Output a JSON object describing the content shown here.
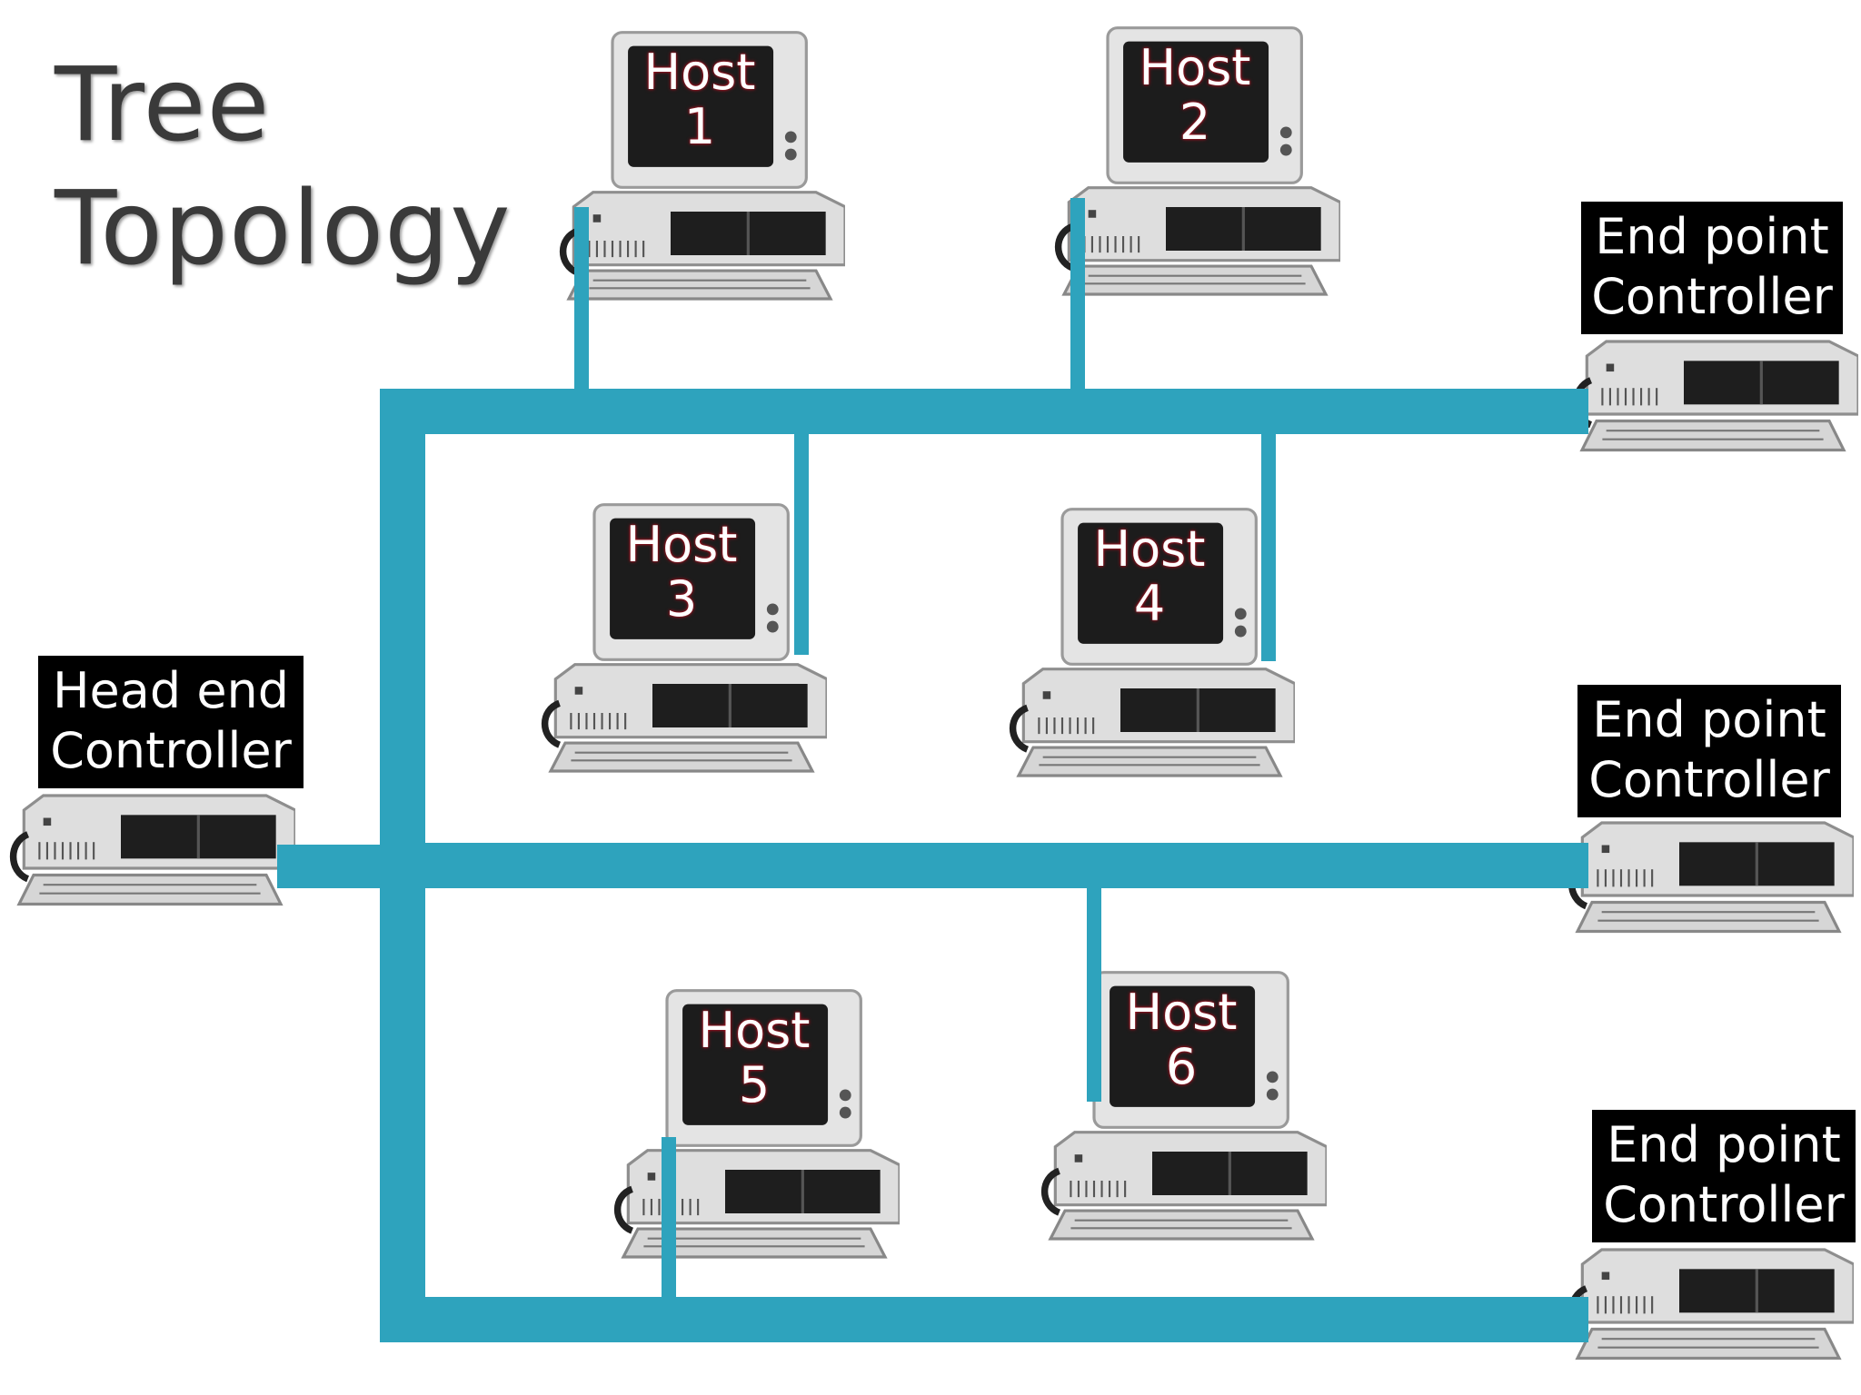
{
  "title": {
    "line1": "Tree",
    "line2": "Topology"
  },
  "colors": {
    "cable": "#2ea3bd",
    "label_bg": "#000000",
    "label_text": "#ffffff",
    "title_text": "#3a3a3a"
  },
  "hosts": [
    {
      "word": "Host",
      "number": "1"
    },
    {
      "word": "Host",
      "number": "2"
    },
    {
      "word": "Host",
      "number": "3"
    },
    {
      "word": "Host",
      "number": "4"
    },
    {
      "word": "Host",
      "number": "5"
    },
    {
      "word": "Host",
      "number": "6"
    }
  ],
  "head_end": {
    "line1": "Head end",
    "line2": "Controller"
  },
  "end_points": [
    {
      "line1": "End point",
      "line2": "Controller"
    },
    {
      "line1": "End point",
      "line2": "Controller"
    },
    {
      "line1": "End point",
      "line2": "Controller"
    }
  ],
  "icons": {
    "computer": "desktop-computer-icon"
  }
}
